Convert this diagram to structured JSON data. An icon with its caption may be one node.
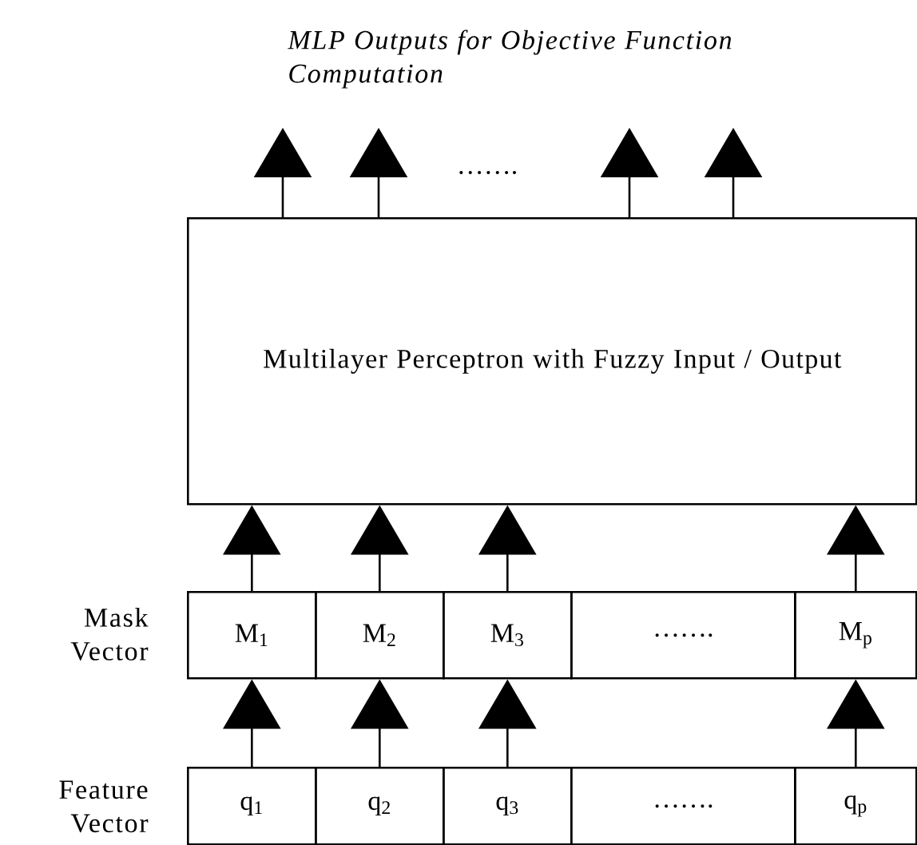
{
  "diagram": {
    "nodes": [
      {
        "text": [
          "Multilayer Perceptron with Fuzzy Input / Output"
        ]
      },
      {
        "text": [
          "M$_{1}$"
        ]
      },
      {
        "text": [
          "M$_{2}$"
        ]
      },
      {
        "text": [
          "M$_{3}$"
        ]
      },
      {
        "text": [
          "……."
        ]
      },
      {
        "text": [
          "M$_{p}$"
        ]
      },
      {
        "text": [
          "q$_{1}$"
        ]
      },
      {
        "text": [
          "q$_{2}$"
        ]
      },
      {
        "text": [
          "q$_{3}$"
        ]
      },
      {
        "text": [
          "……."
        ]
      },
      {
        "text": [
          "q$_{p}$"
        ]
      }
    ],
    "edges": [
      {
        "from": 0,
        "to": null,
        "arrow": "to"
      },
      {
        "from": 0,
        "to": null,
        "arrow": "to"
      },
      {
        "from": 0,
        "to": null,
        "arrow": "to"
      },
      {
        "from": 0,
        "to": null,
        "arrow": "to"
      },
      {
        "from": 1,
        "to": 0,
        "arrow": "to"
      },
      {
        "from": 2,
        "to": 0,
        "arrow": "to"
      },
      {
        "from": 3,
        "to": 0,
        "arrow": "to"
      },
      {
        "from": 5,
        "to": 0,
        "arrow": "to"
      },
      {
        "from": 6,
        "to": 1,
        "arrow": "to"
      },
      {
        "from": 7,
        "to": 2,
        "arrow": "to"
      },
      {
        "from": 8,
        "to": 3,
        "arrow": "to"
      },
      {
        "from": 10,
        "to": 5,
        "arrow": "to"
      }
    ],
    "labels": [
      "MLP Outputs for Objective Function Computation",
      "…….",
      "Mask Vector",
      "Feature Vector"
    ]
  }
}
